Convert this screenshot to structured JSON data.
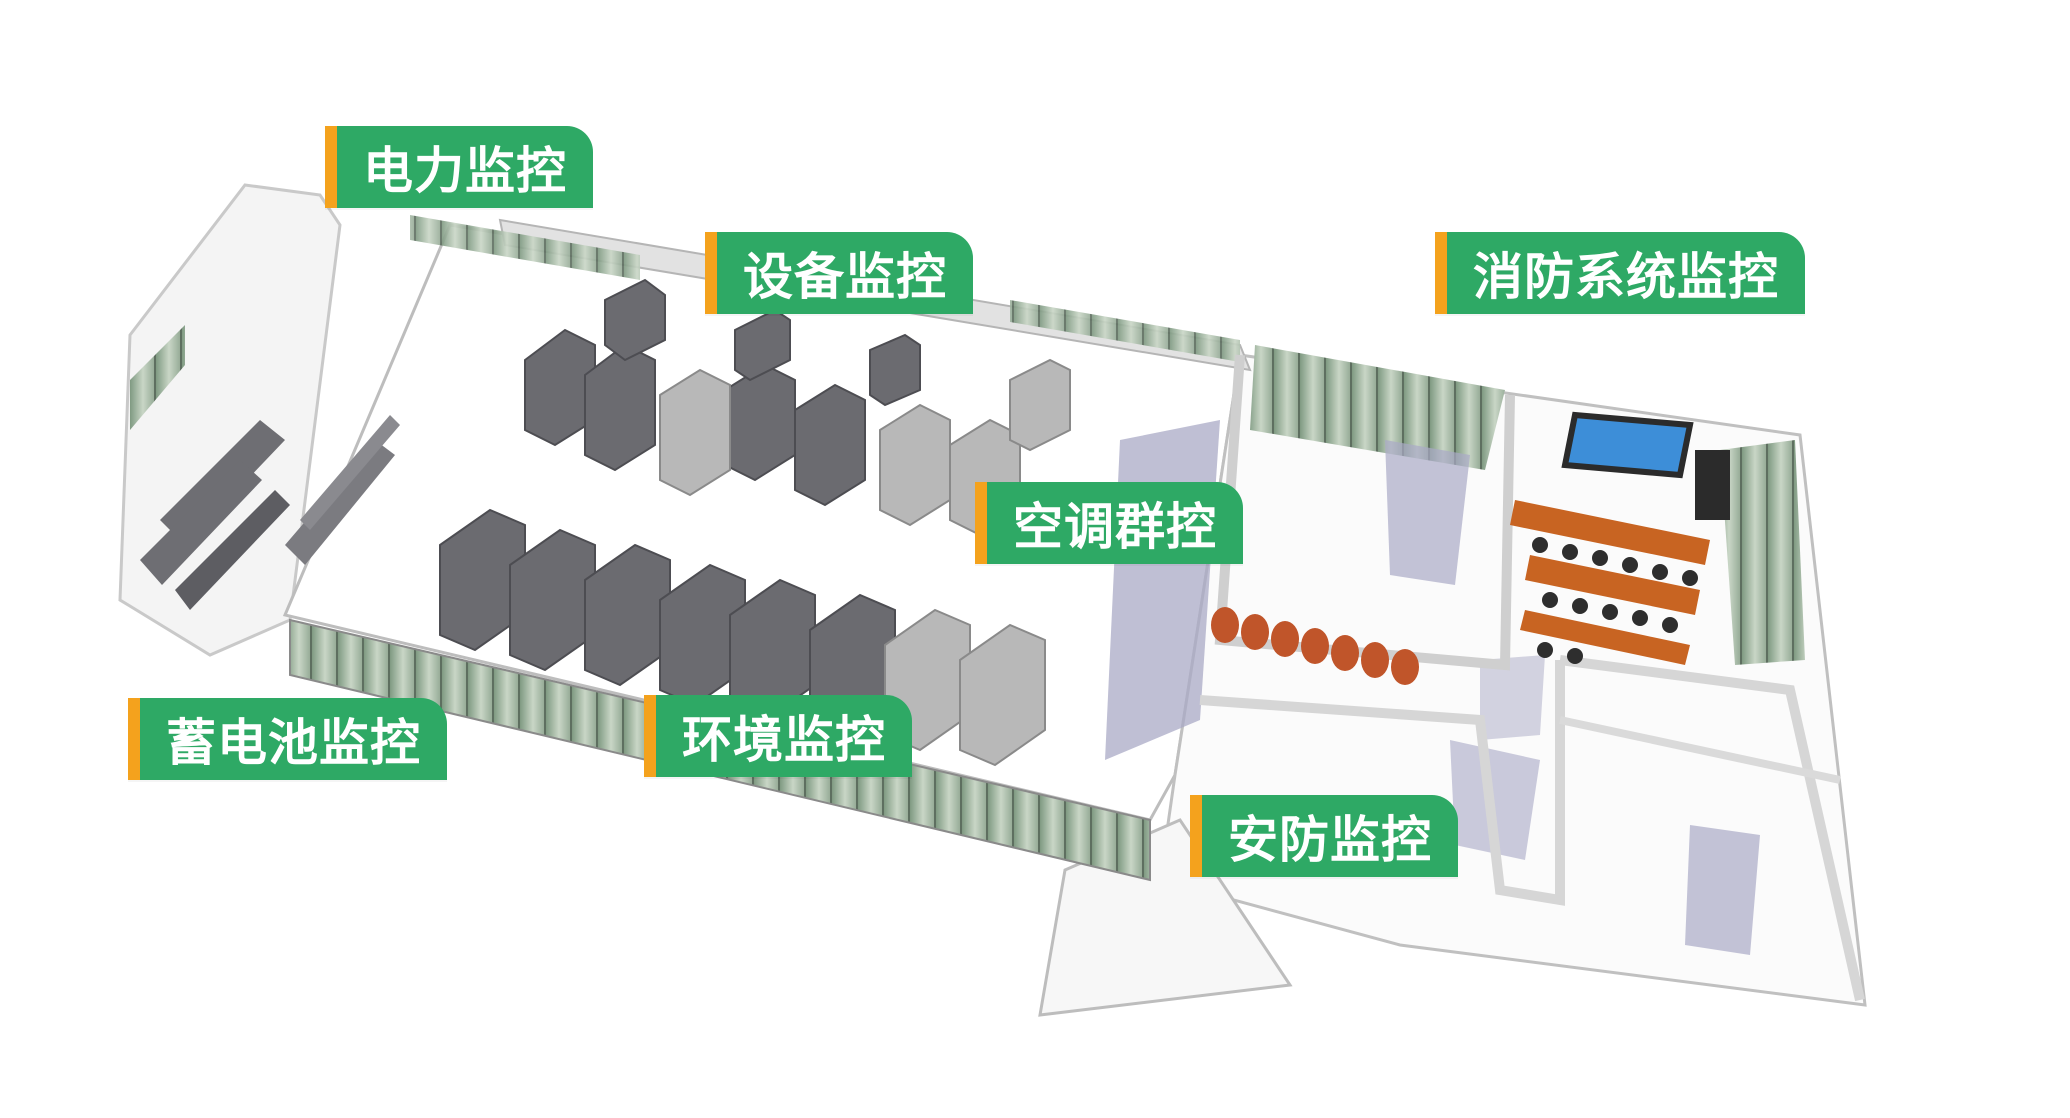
{
  "labels": {
    "power": "电力监控",
    "equipment": "设备监控",
    "fire": "消防系统监控",
    "hvac": "空调群控",
    "battery": "蓄电池监控",
    "environment": "环境监控",
    "security": "安防监控"
  },
  "colors": {
    "label_bg": "#2ea965",
    "label_accent": "#f4a21d",
    "rack_dark": "#6e6e73",
    "rack_light": "#b3b3b3",
    "floor": "#ffffff",
    "wall_shadow": "#a9a9c6",
    "glass": "#9db29c",
    "chair": "#c0552a",
    "table": "#c86422",
    "screen": "#3d8ed8"
  }
}
